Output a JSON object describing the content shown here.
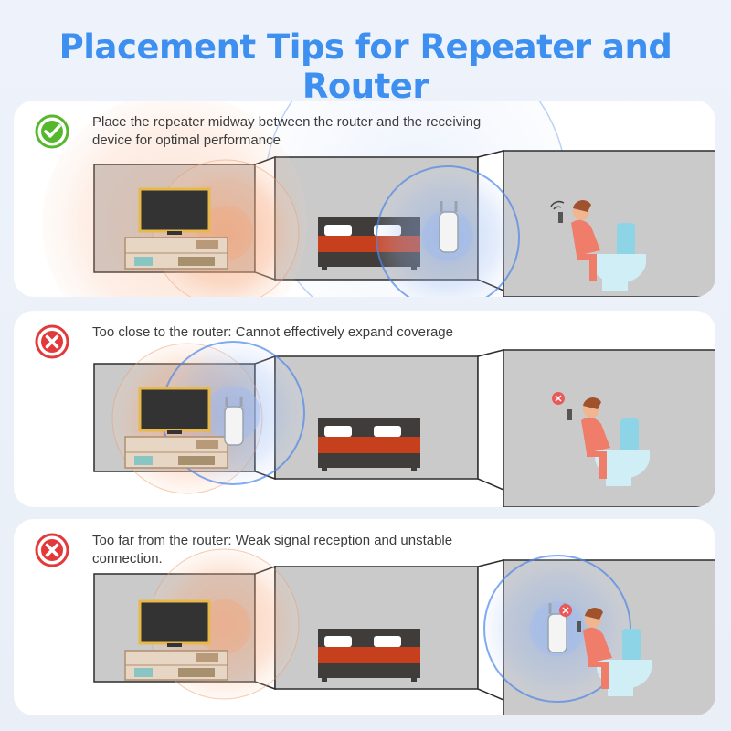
{
  "title": "Placement Tips for Repeater and Router",
  "colors": {
    "title": "#3d8ff0",
    "good": "#55b82c",
    "bad": "#e23a3a",
    "router_signal": "#f3905a",
    "repeater_signal": "#4d86ea",
    "room_gray": "#c9c9c9",
    "bed_red": "#c7401d"
  },
  "tips": [
    {
      "status": "correct",
      "icon": "check-circle-icon",
      "text": "Place the repeater midway between the router and the receiving device for optimal performance"
    },
    {
      "status": "incorrect",
      "icon": "x-circle-icon",
      "text": "Too close to the router: Cannot effectively expand coverage"
    },
    {
      "status": "incorrect",
      "icon": "x-circle-icon",
      "text": "Too far from the router: Weak signal reception and unstable connection."
    }
  ]
}
